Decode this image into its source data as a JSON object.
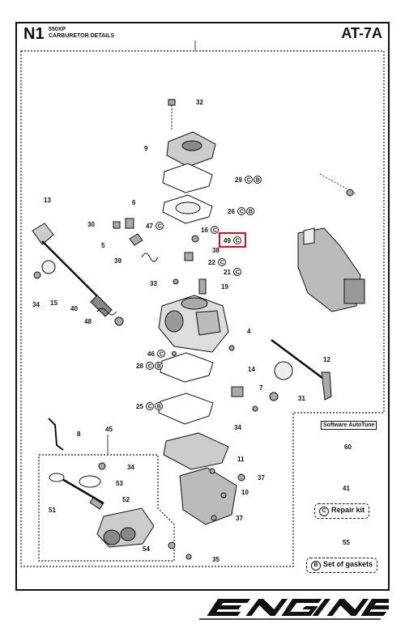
{
  "header": {
    "section_code": "N1",
    "model": "550XP",
    "title": "CARBURETOR DETAILS",
    "ref_code": "AT-7A"
  },
  "assembly_number": "1",
  "parts": [
    {
      "id": "32",
      "badges": []
    },
    {
      "id": "9",
      "badges": []
    },
    {
      "id": "29",
      "badges": [
        "C",
        "B"
      ]
    },
    {
      "id": "26",
      "badges": [
        "C",
        "B"
      ]
    },
    {
      "id": "13",
      "badges": []
    },
    {
      "id": "6",
      "badges": []
    },
    {
      "id": "30",
      "badges": []
    },
    {
      "id": "47",
      "badges": [
        "C"
      ]
    },
    {
      "id": "16",
      "badges": [
        "C"
      ]
    },
    {
      "id": "49",
      "badges": [
        "C"
      ],
      "highlighted": true
    },
    {
      "id": "5",
      "badges": []
    },
    {
      "id": "38",
      "badges": []
    },
    {
      "id": "39",
      "badges": []
    },
    {
      "id": "22",
      "badges": [
        "C"
      ]
    },
    {
      "id": "21",
      "badges": [
        "C"
      ]
    },
    {
      "id": "33",
      "badges": []
    },
    {
      "id": "19",
      "badges": []
    },
    {
      "id": "34",
      "badges": []
    },
    {
      "id": "15",
      "badges": []
    },
    {
      "id": "40",
      "badges": []
    },
    {
      "id": "48",
      "badges": []
    },
    {
      "id": "4",
      "badges": []
    },
    {
      "id": "46",
      "badges": [
        "C"
      ]
    },
    {
      "id": "28",
      "badges": [
        "C",
        "B"
      ]
    },
    {
      "id": "14",
      "badges": []
    },
    {
      "id": "12",
      "badges": []
    },
    {
      "id": "7",
      "badges": []
    },
    {
      "id": "31",
      "badges": []
    },
    {
      "id": "25",
      "badges": [
        "C",
        "B"
      ]
    },
    {
      "id": "8",
      "badges": []
    },
    {
      "id": "45",
      "badges": []
    },
    {
      "id": "11",
      "badges": []
    },
    {
      "id": "53",
      "badges": []
    },
    {
      "id": "52",
      "badges": []
    },
    {
      "id": "51",
      "badges": []
    },
    {
      "id": "37",
      "badges": []
    },
    {
      "id": "10",
      "badges": []
    },
    {
      "id": "54",
      "badges": []
    },
    {
      "id": "35",
      "badges": []
    },
    {
      "id": "60",
      "badges": []
    },
    {
      "id": "41",
      "badges": []
    },
    {
      "id": "55",
      "badges": []
    }
  ],
  "kits": {
    "software": "Software AutoTune",
    "software_no": "60",
    "repair_no": "41",
    "repair_badge": "C",
    "repair_label": "Repair kit",
    "gasket_no": "55",
    "gasket_badge": "B",
    "gasket_label": "Set of gaskets"
  },
  "brand": "ENGINE",
  "colors": {
    "highlight": "#e01010",
    "ink": "#111111"
  }
}
